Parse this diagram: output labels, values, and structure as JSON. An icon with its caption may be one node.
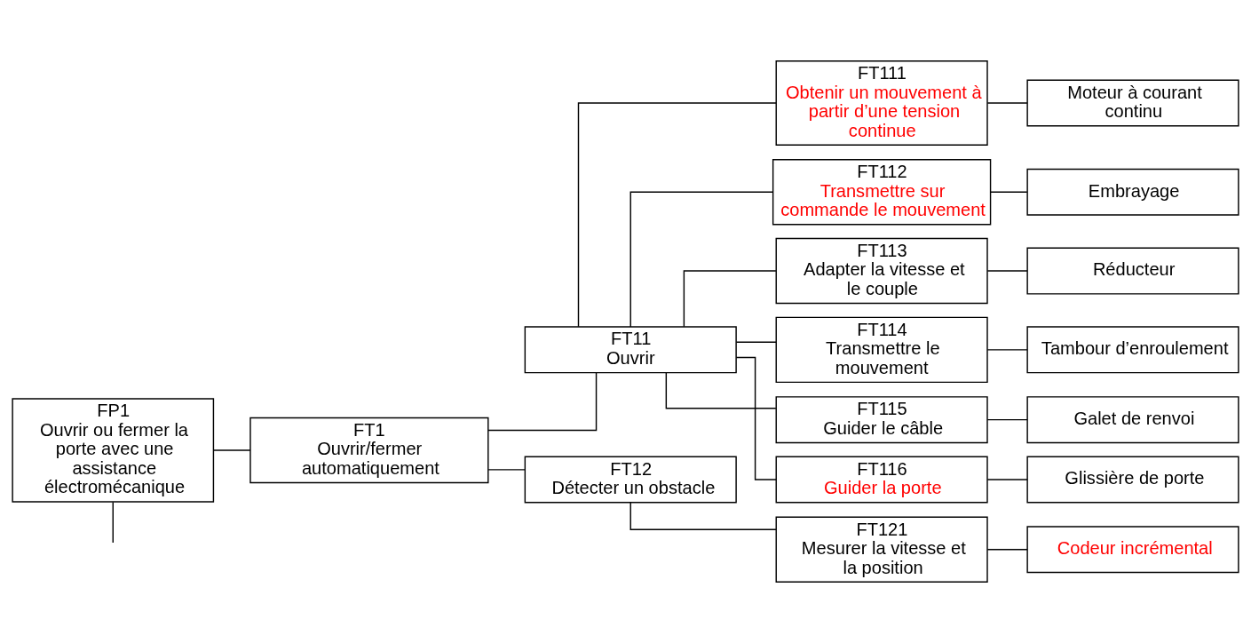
{
  "diagram": {
    "nodes": [
      {
        "text": [
          "FP1",
          "Ouvrir ou fermer la porte avec une assistance électromécanique"
        ]
      },
      {
        "text": [
          "FT1",
          "Ouvrir/fermer automatiquement"
        ]
      },
      {
        "text": [
          "FT11",
          "Ouvrir"
        ]
      },
      {
        "text": [
          "FT111",
          "Obtenir un mouvement à partir d’une tension continue"
        ]
      },
      {
        "text": [
          "FT112",
          "Transmettre sur commande le mouvement"
        ]
      },
      {
        "text": [
          "FT113",
          "Adapter la vitesse et le couple"
        ]
      },
      {
        "text": [
          "FT114",
          "Transmettre le mouvement"
        ]
      },
      {
        "text": [
          "FT115",
          "Guider le câble"
        ]
      },
      {
        "text": [
          "FT116",
          "Guider la porte"
        ]
      },
      {
        "text": [
          "FT12",
          "Détecter un obstacle"
        ]
      },
      {
        "text": [
          "FT121",
          "Mesurer la vitesse et la position"
        ]
      },
      {
        "text": [
          "Moteur à courant continu"
        ]
      },
      {
        "text": [
          "Embrayage"
        ]
      },
      {
        "text": [
          "Réducteur"
        ]
      },
      {
        "text": [
          "Tambour d’enroulement"
        ]
      },
      {
        "text": [
          "Galet de renvoi"
        ]
      },
      {
        "text": [
          "Glissière de porte"
        ]
      },
      {
        "text": [
          "Codeur incrémental"
        ]
      }
    ],
    "edges": [
      {
        "from": 0,
        "to": 1,
        "arrow": "none"
      },
      {
        "from": 0,
        "to": null,
        "arrow": "none"
      },
      {
        "from": 1,
        "to": 2,
        "arrow": "none"
      },
      {
        "from": 1,
        "to": 9,
        "arrow": "none"
      },
      {
        "from": 2,
        "to": 3,
        "arrow": "none"
      },
      {
        "from": 2,
        "to": 4,
        "arrow": "none"
      },
      {
        "from": 2,
        "to": 5,
        "arrow": "none"
      },
      {
        "from": 2,
        "to": 6,
        "arrow": "none"
      },
      {
        "from": 2,
        "to": 7,
        "arrow": "none"
      },
      {
        "from": 2,
        "to": 8,
        "arrow": "none"
      },
      {
        "from": 9,
        "to": 10,
        "arrow": "none"
      },
      {
        "from": 3,
        "to": 11,
        "arrow": "none"
      },
      {
        "from": 4,
        "to": 12,
        "arrow": "none"
      },
      {
        "from": 5,
        "to": 13,
        "arrow": "none"
      },
      {
        "from": 6,
        "to": 14,
        "arrow": "none"
      },
      {
        "from": 7,
        "to": 15,
        "arrow": "none"
      },
      {
        "from": 8,
        "to": 16,
        "arrow": "none"
      },
      {
        "from": 10,
        "to": 17,
        "arrow": "none"
      }
    ]
  }
}
